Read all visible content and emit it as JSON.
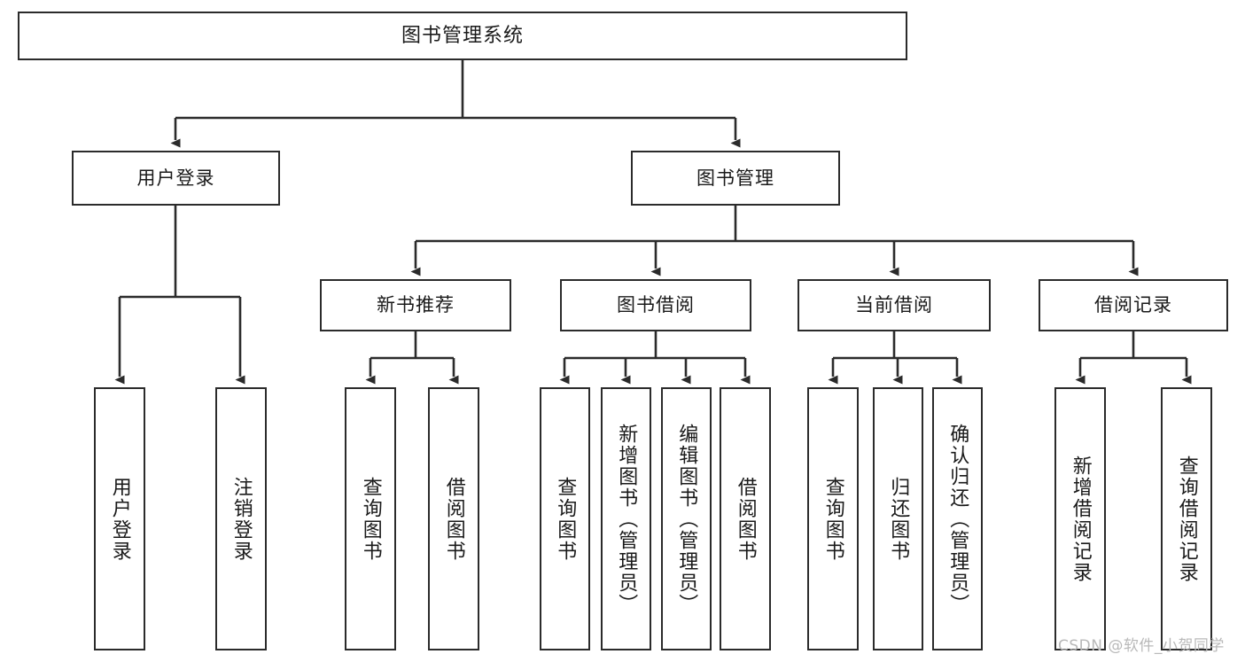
{
  "diagram": {
    "type": "tree",
    "title": "图书管理系统",
    "root": {
      "id": "root",
      "label": "图书管理系统"
    },
    "level2": [
      {
        "id": "login",
        "label": "用户登录"
      },
      {
        "id": "bookmgmt",
        "label": "图书管理"
      }
    ],
    "level3": [
      {
        "id": "newrec",
        "label": "新书推荐"
      },
      {
        "id": "borrow",
        "label": "图书借阅"
      },
      {
        "id": "current",
        "label": "当前借阅"
      },
      {
        "id": "records",
        "label": "借阅记录"
      }
    ],
    "leaves": [
      {
        "id": "l-login",
        "parent": "login",
        "label": "用户登录"
      },
      {
        "id": "l-logout",
        "parent": "login",
        "label": "注销登录"
      },
      {
        "id": "l-nr-query",
        "parent": "newrec",
        "label": "查询图书"
      },
      {
        "id": "l-nr-borrow",
        "parent": "newrec",
        "label": "借阅图书"
      },
      {
        "id": "l-bb-query",
        "parent": "borrow",
        "label": "查询图书"
      },
      {
        "id": "l-bb-add",
        "parent": "borrow",
        "label": "新增图书（管理员）"
      },
      {
        "id": "l-bb-edit",
        "parent": "borrow",
        "label": "编辑图书（管理员）"
      },
      {
        "id": "l-bb-borrow",
        "parent": "borrow",
        "label": "借阅图书"
      },
      {
        "id": "l-cb-query",
        "parent": "current",
        "label": "查询图书"
      },
      {
        "id": "l-cb-return",
        "parent": "current",
        "label": "归还图书"
      },
      {
        "id": "l-cb-confirm",
        "parent": "current",
        "label": "确认归还（管理员）"
      },
      {
        "id": "l-rec-add",
        "parent": "records",
        "label": "新增借阅记录"
      },
      {
        "id": "l-rec-query",
        "parent": "records",
        "label": "查询借阅记录"
      }
    ]
  },
  "watermark": {
    "text": "CSDN @软件_小贺同学"
  },
  "colors": {
    "box_border": "#2b2b2b",
    "box_fill": "#ffffff",
    "text": "#1a1a1a",
    "edge": "#2b2b2b",
    "watermark": "#b9b9b9",
    "background": "#ffffff"
  }
}
